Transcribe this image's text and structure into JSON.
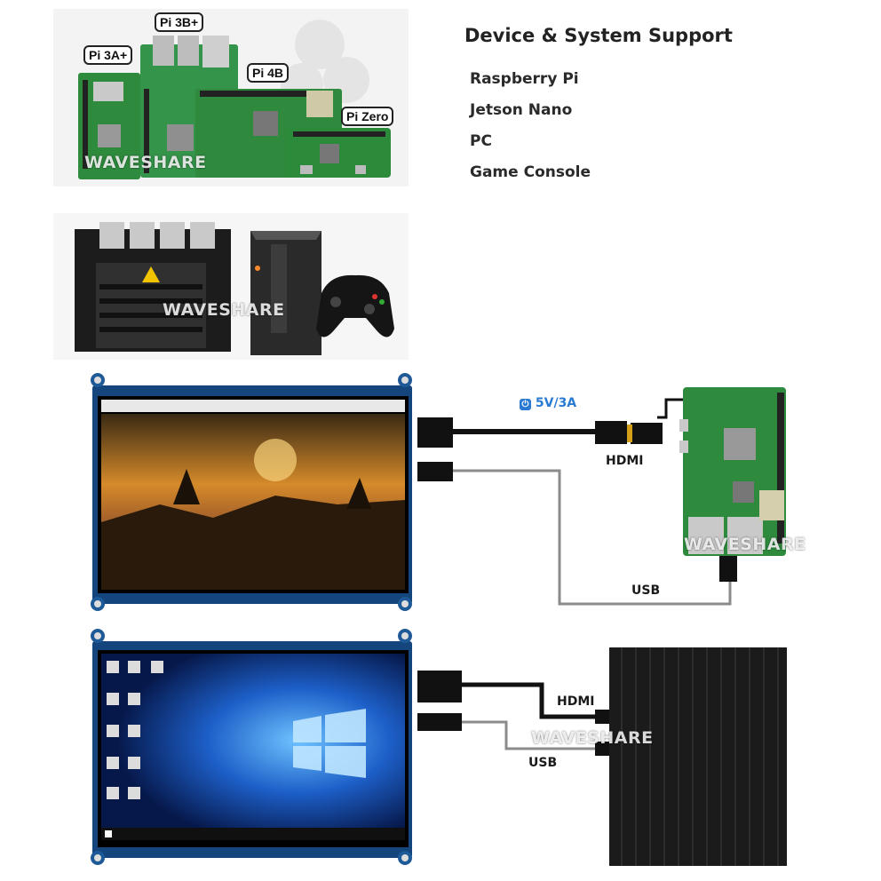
{
  "support": {
    "title": "Device & System Support",
    "items": [
      "Raspberry Pi",
      "Jetson Nano",
      "PC",
      "Game Console"
    ]
  },
  "boards": {
    "pi3a": "Pi 3A+",
    "pi3b": "Pi 3B+",
    "pi4b": "Pi 4B",
    "pizero": "Pi Zero"
  },
  "watermark": "WAVESHARE",
  "pi_setup": {
    "power_label": "5V/3A",
    "hdmi_label": "HDMI",
    "usb_label": "USB"
  },
  "pc_setup": {
    "hdmi_label": "HDMI",
    "usb_label": "USB"
  },
  "colors": {
    "pcb_green": "#2f8a3e",
    "screen_border": "#123a6b",
    "power_blue": "#2a7ad3"
  }
}
